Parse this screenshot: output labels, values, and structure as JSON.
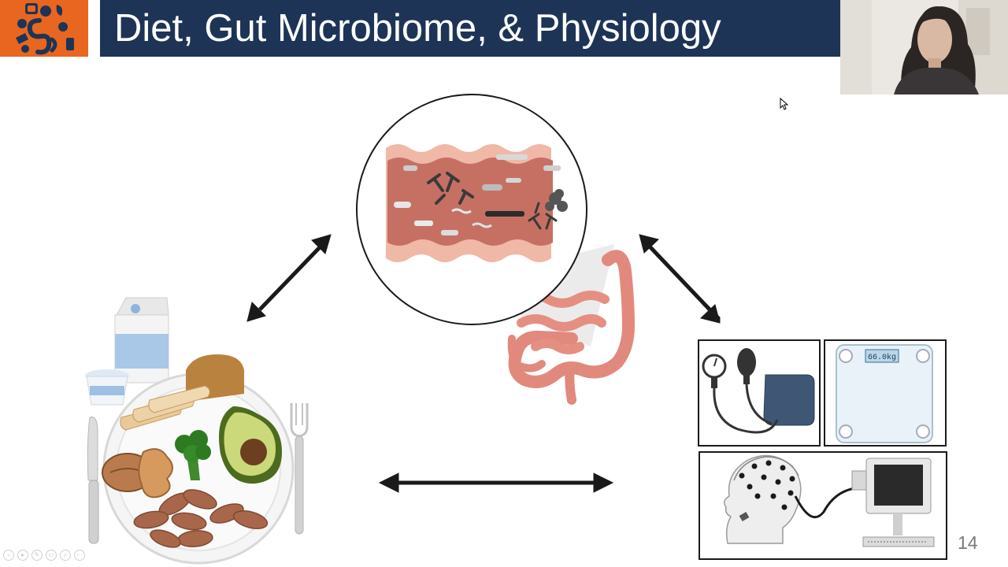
{
  "slide": {
    "title": "Diet, Gut Microbiome, & Physiology",
    "slide_number": "14",
    "scale_reading": "66.0kg"
  },
  "colors": {
    "title_bar": "#1d3457",
    "logo_bg": "#e8661f",
    "intestine": "#e2897d",
    "arrow": "#1a1a1a",
    "cuff": "#3f5775"
  },
  "icons": [
    "gut-health-logo-icon",
    "gut-microbiome-magnifier-icon",
    "intestine-icon",
    "food-plate-icon",
    "milk-carton-icon",
    "yogurt-cup-icon",
    "bread-loaf-icon",
    "avocado-icon",
    "broccoli-icon",
    "walnut-icon",
    "almonds-icon",
    "knife-icon",
    "fork-icon",
    "blood-pressure-monitor-icon",
    "weight-scale-icon",
    "eeg-head-icon",
    "eeg-monitor-icon",
    "double-arrow-icon",
    "mouse-cursor-icon"
  ]
}
